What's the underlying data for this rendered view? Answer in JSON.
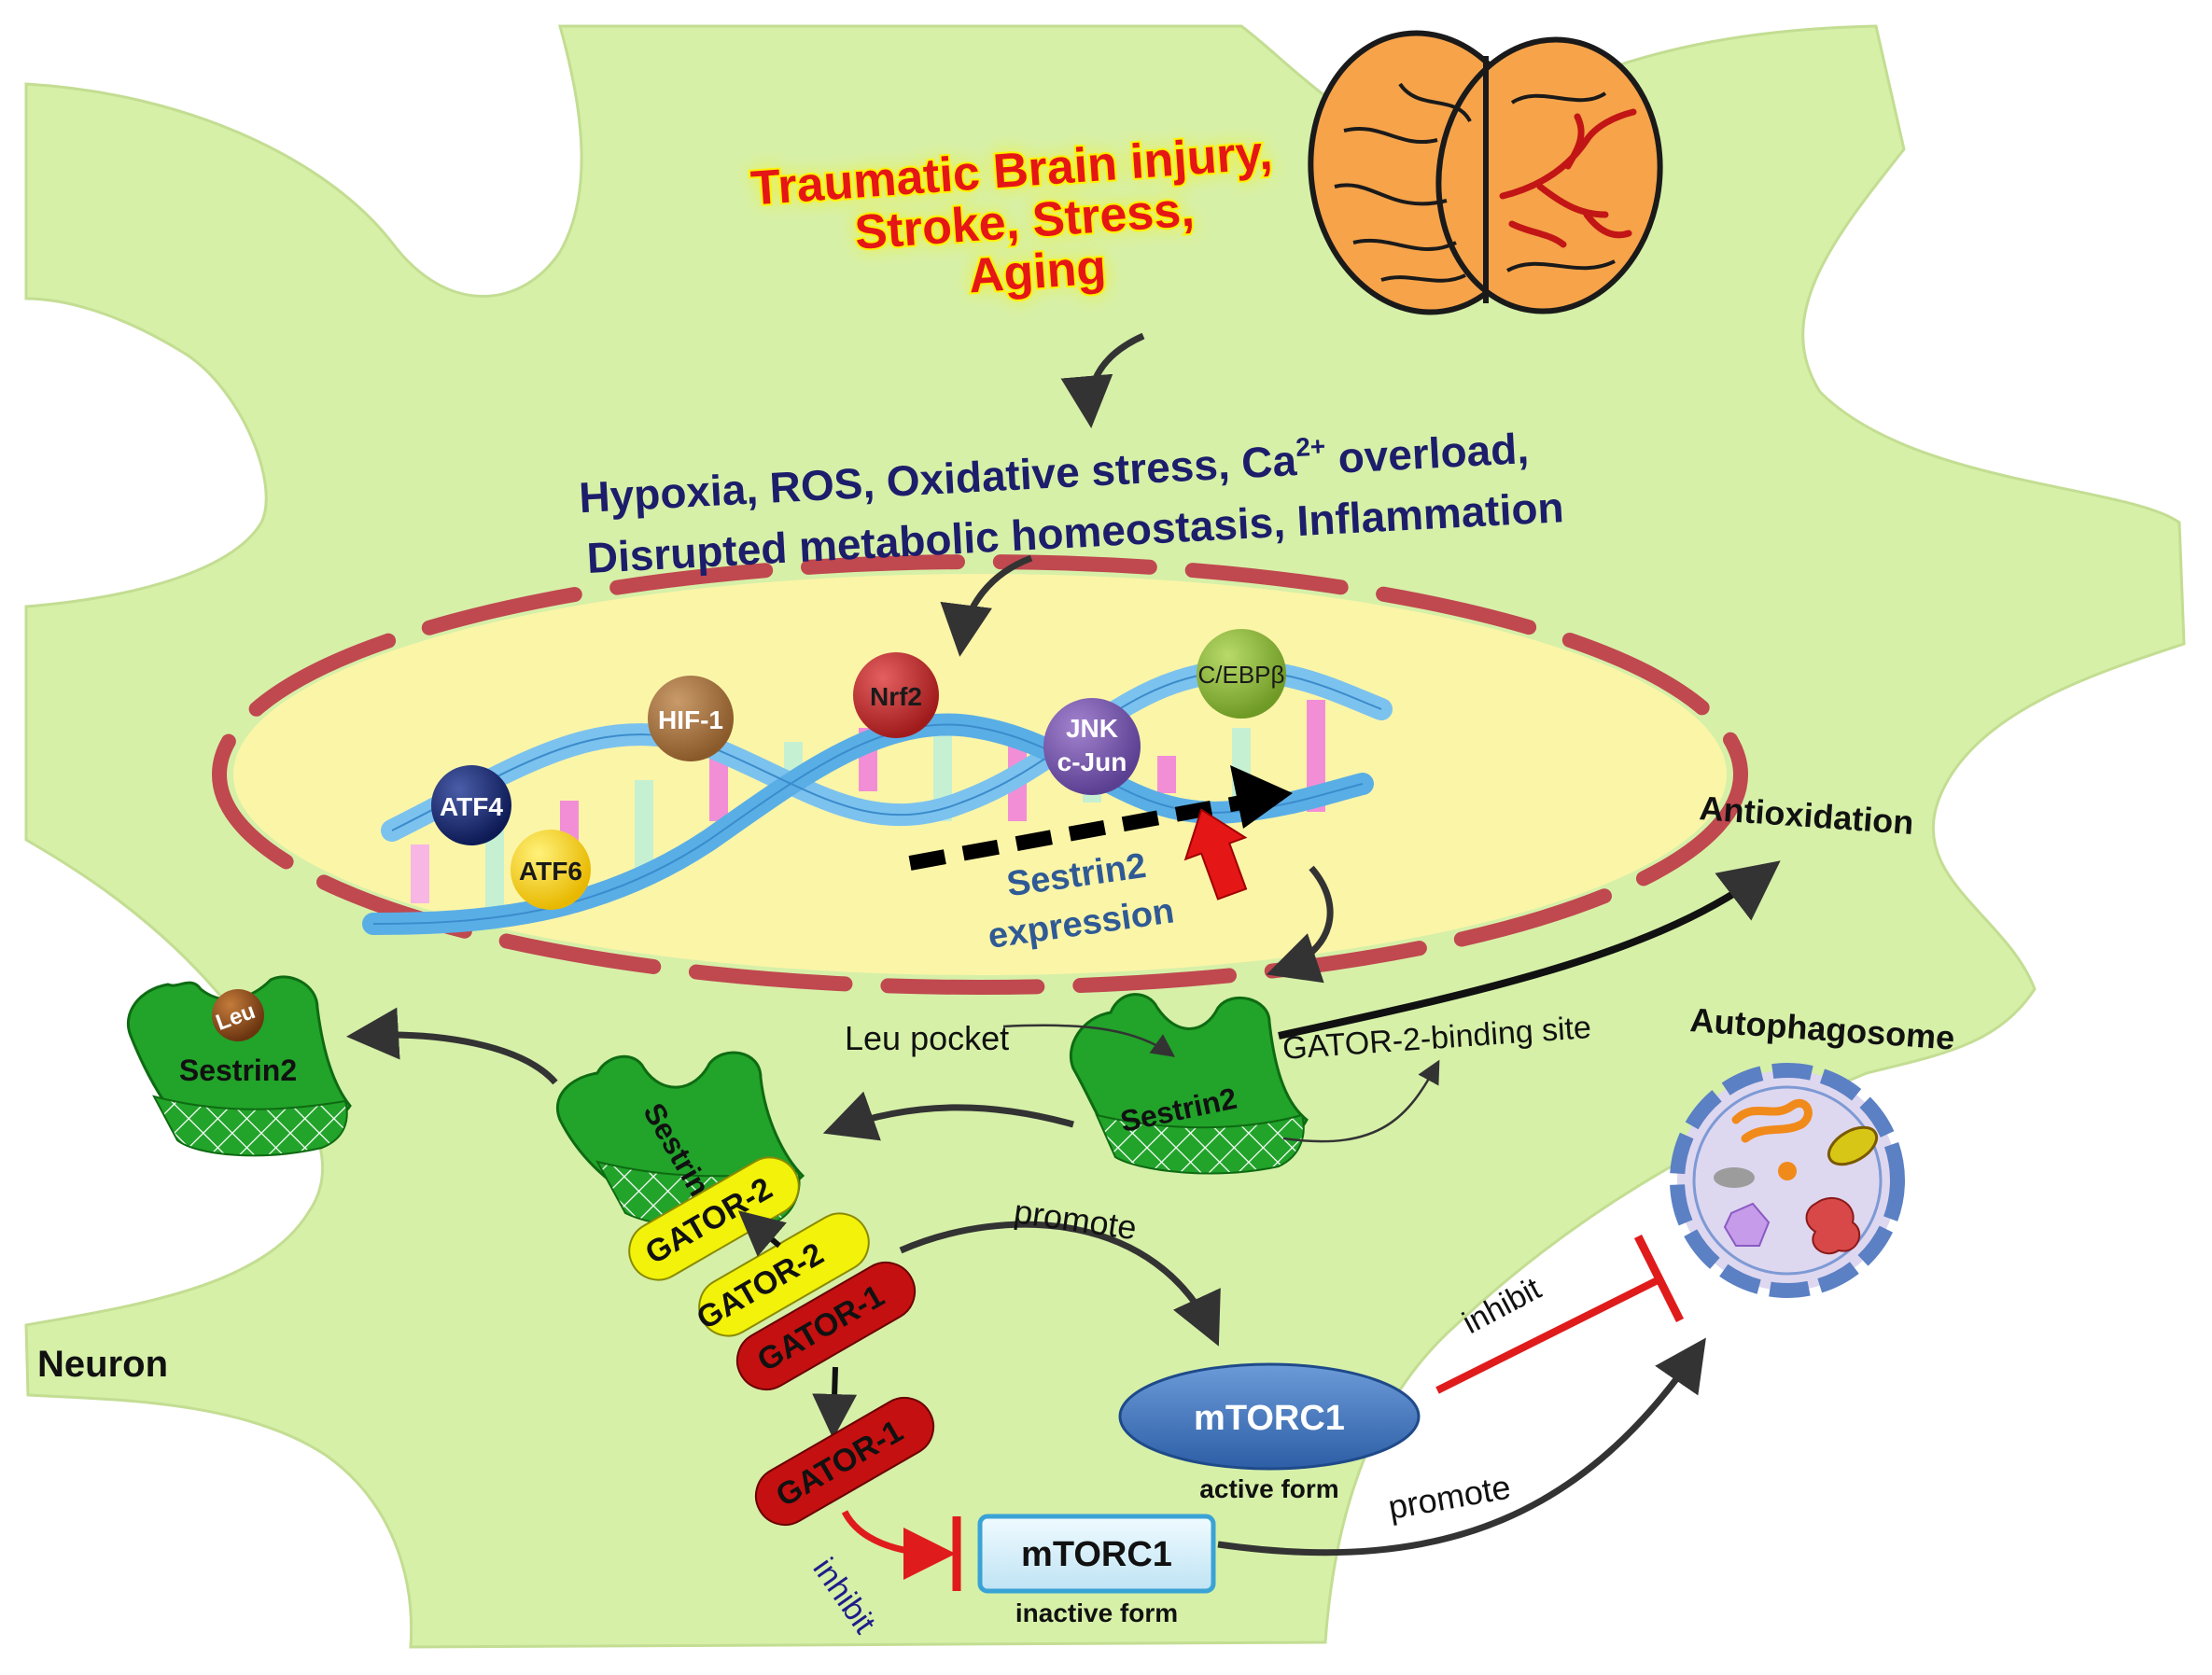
{
  "trigger": {
    "lines": [
      "Traumatic Brain injury,",
      "Stroke, Stress,",
      "Aging"
    ]
  },
  "stressors": {
    "line1_a": "Hypoxia, ROS, Oxidative stress, Ca",
    "line1_sup": "2+",
    "line1_b": " overload,",
    "line2": "Disrupted metabolic homeostasis, Inflammation"
  },
  "factors": {
    "atf4": "ATF4",
    "atf6": "ATF6",
    "hif1": "HIF-1",
    "nrf2": "Nrf2",
    "jnk_1": "JNK",
    "jnk_2": "c-Jun",
    "cebpb": "C/EBPβ"
  },
  "expression": {
    "line1": "Sestrin2",
    "line2": "expression"
  },
  "labels": {
    "antioxidation": "Antioxidation",
    "autophagosome": "Autophagosome",
    "leu_pocket": "Leu pocket",
    "gator2_binding_site": "GATOR-2-binding site",
    "neuron": "Neuron",
    "promote_top": "promote",
    "promote_bottom": "promote",
    "inhibit_top": "inhibit",
    "inhibit_bottom": "inhibit"
  },
  "proteins": {
    "sestrin2_free": "Sestrin2",
    "sestrin2_leu": "Sestrin2",
    "leu": "Leu",
    "sestrin2_bound": "Sestrin2",
    "gator2_bound": "GATOR-2",
    "gator2": "GATOR-2",
    "gator1_complex": "GATOR-1",
    "gator1_free": "GATOR-1"
  },
  "mtorc1_active": {
    "name": "mTORC1",
    "state": "active form"
  },
  "mtorc1_inactive": {
    "name": "mTORC1",
    "state": "inactive form"
  },
  "colors": {
    "cell": "#d6f0a8",
    "nucleus": "#fbf5a8",
    "membrane": "#c0484f",
    "protein_green": "#22a32a",
    "gator2_yellow": "#f2f20a",
    "gator1_red": "#c41010",
    "mtorc1_blue": "#3f77bd",
    "text_navy": "#1d1d6b",
    "inhibit_red": "#e01b1b"
  }
}
